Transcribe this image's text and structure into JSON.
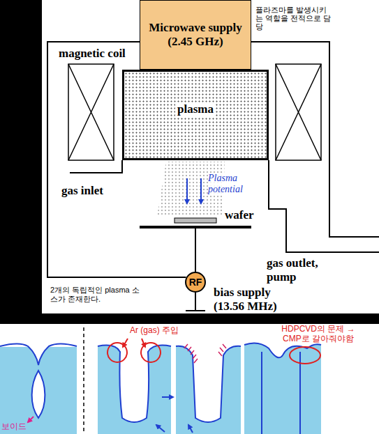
{
  "diagram": {
    "nodes": [
      {
        "text": [
          "Microwave supply (2.45 GHz)"
        ]
      },
      {
        "text": [
          "plasma"
        ]
      },
      {
        "text": [
          "RF"
        ]
      }
    ],
    "labels": [
      "플라즈마를 발생시키는 역할을 전적으로 담당",
      "magnetic coil",
      "Plasma potential",
      "gas inlet",
      "wafer",
      "gas outlet, pump",
      "2개의 독립적인 plasma 소스가 존재한다.",
      "bias supply (13.56 MHz)",
      "Ar (gas) 주입",
      "HDPCVD의 문제 → CMP로 갈아줘야함",
      "보이드"
    ]
  }
}
